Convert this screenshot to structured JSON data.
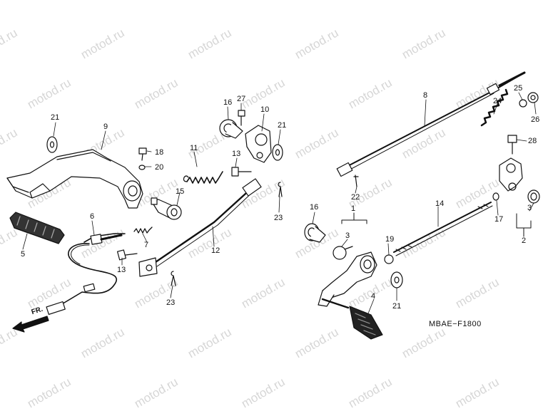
{
  "watermark": "motod.ru",
  "ref_code": "MBAE−F1800",
  "direction_label": "FR.",
  "callouts": {
    "c1": "1",
    "c2": "2",
    "c3a": "3",
    "c3b": "3",
    "c4": "4",
    "c5": "5",
    "c6": "6",
    "c7": "7",
    "c8": "8",
    "c9": "9",
    "c10": "10",
    "c11": "11",
    "c12": "12",
    "c13a": "13",
    "c13b": "13",
    "c14": "14",
    "c15": "15",
    "c16a": "16",
    "c16b": "16",
    "c17": "17",
    "c18": "18",
    "c19": "19",
    "c20": "20",
    "c21a": "21",
    "c21b": "21",
    "c21c": "21",
    "c22": "22",
    "c23a": "23",
    "c23b": "23",
    "c24": "24",
    "c25": "25",
    "c26": "26",
    "c27": "27",
    "c28": "28"
  }
}
